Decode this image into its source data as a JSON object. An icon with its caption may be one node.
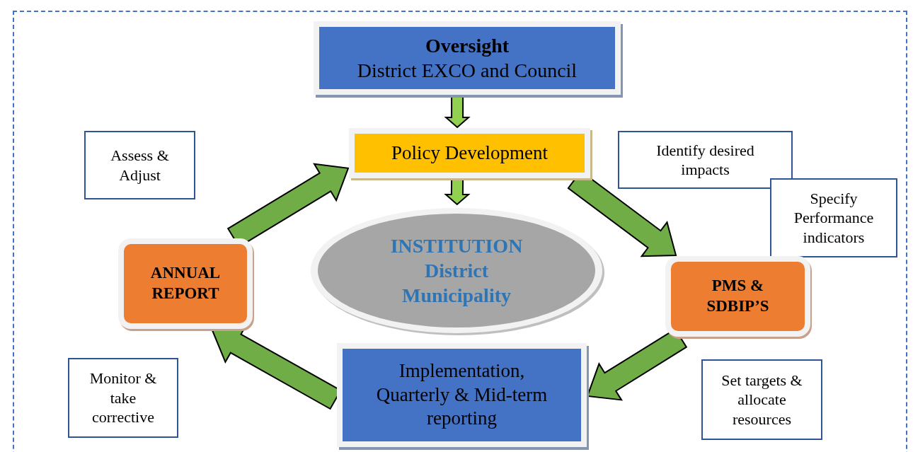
{
  "diagram": {
    "nodes": [
      {
        "text": [
          "Oversight",
          "District EXCO and Council"
        ]
      },
      {
        "text": [
          "Assess & Adjust"
        ]
      },
      {
        "text": [
          "Policy Development"
        ]
      },
      {
        "text": [
          "Identify desired impacts"
        ]
      },
      {
        "text": [
          "Specify Performance indicators"
        ]
      },
      {
        "text": [
          "INSTITUTION",
          "District Municipality"
        ]
      },
      {
        "text": [
          "ANNUAL REPORT"
        ]
      },
      {
        "text": [
          "PMS & SDBIP’S"
        ]
      },
      {
        "text": [
          "Implementation, Quarterly & Mid-term reporting"
        ]
      },
      {
        "text": [
          "Monitor & take corrective"
        ]
      },
      {
        "text": [
          "Set targets & allocate resources"
        ]
      }
    ],
    "edges": [
      {
        "from": 0,
        "to": 2,
        "arrow": "to"
      },
      {
        "from": 2,
        "to": 5,
        "arrow": "to"
      },
      {
        "from": 2,
        "to": 7,
        "arrow": "to"
      },
      {
        "from": 7,
        "to": 8,
        "arrow": "to"
      },
      {
        "from": 8,
        "to": 6,
        "arrow": "to"
      },
      {
        "from": 6,
        "to": 2,
        "arrow": "to"
      }
    ]
  }
}
